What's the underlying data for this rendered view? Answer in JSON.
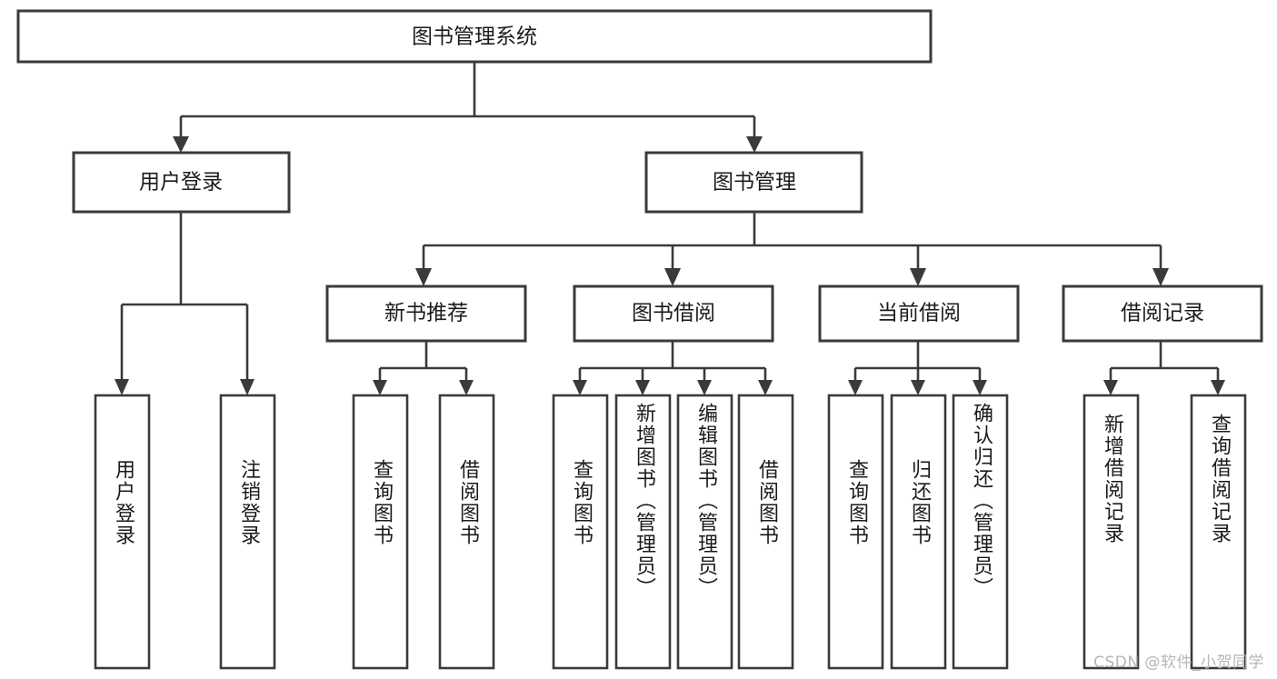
{
  "diagram": {
    "title": "图书管理系统",
    "type": "tree",
    "orientation": "top-down",
    "root": {
      "id": "root",
      "label": "图书管理系统",
      "children": [
        {
          "id": "user-login",
          "label": "用户登录",
          "children": [
            {
              "id": "login",
              "label": "用户登录"
            },
            {
              "id": "logout",
              "label": "注销登录"
            }
          ]
        },
        {
          "id": "book-manage",
          "label": "图书管理",
          "children": [
            {
              "id": "new-book-rec",
              "label": "新书推荐",
              "children": [
                {
                  "id": "nbr-query",
                  "label": "查询图书"
                },
                {
                  "id": "nbr-borrow",
                  "label": "借阅图书"
                }
              ]
            },
            {
              "id": "book-borrow",
              "label": "图书借阅",
              "children": [
                {
                  "id": "bb-query",
                  "label": "查询图书"
                },
                {
                  "id": "bb-add",
                  "label": "新增图书（管理员）"
                },
                {
                  "id": "bb-edit",
                  "label": "编辑图书（管理员）"
                },
                {
                  "id": "bb-borrow",
                  "label": "借阅图书"
                }
              ]
            },
            {
              "id": "current-borrow",
              "label": "当前借阅",
              "children": [
                {
                  "id": "cb-query",
                  "label": "查询图书"
                },
                {
                  "id": "cb-return",
                  "label": "归还图书"
                },
                {
                  "id": "cb-confirm",
                  "label": "确认归还（管理员）"
                }
              ]
            },
            {
              "id": "borrow-record",
              "label": "借阅记录",
              "children": [
                {
                  "id": "br-add",
                  "label": "新增借阅记录"
                },
                {
                  "id": "br-query",
                  "label": "查询借阅记录"
                }
              ]
            }
          ]
        }
      ]
    }
  },
  "labels": {
    "root": "图书管理系统",
    "l1_user_login": "用户登录",
    "l1_book_manage": "图书管理",
    "l2_new_book_rec": "新书推荐",
    "l2_book_borrow": "图书借阅",
    "l2_current_borrow": "当前借阅",
    "l2_borrow_record": "借阅记录",
    "leaf_login": "用户登录",
    "leaf_logout": "注销登录",
    "leaf_nbr_query": "查询图书",
    "leaf_nbr_borrow": "借阅图书",
    "leaf_bb_query": "查询图书",
    "leaf_bb_add": "新增图书（管理员）",
    "leaf_bb_edit": "编辑图书（管理员）",
    "leaf_bb_borrow": "借阅图书",
    "leaf_cb_query": "查询图书",
    "leaf_cb_return": "归还图书",
    "leaf_cb_confirm": "确认归还（管理员）",
    "leaf_br_add": "新增借阅记录",
    "leaf_br_query": "查询借阅记录"
  },
  "watermark": {
    "text": "CSDN @软件_小贺同学"
  },
  "colors": {
    "background": "#ffffff",
    "box_fill": "#ffffff",
    "stroke": "#3a3a3a",
    "text": "#1b1b1b",
    "watermark": "#b6b6b6"
  }
}
